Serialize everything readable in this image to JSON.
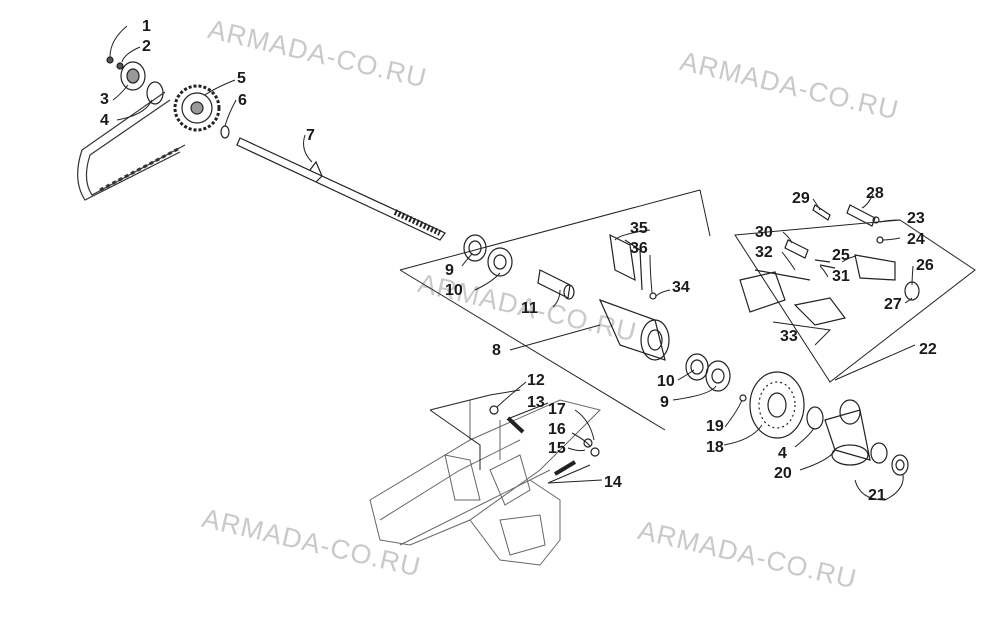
{
  "watermark": "ARMADA-CO.RU",
  "callouts": {
    "c1": "1",
    "c2": "2",
    "c3": "3",
    "c4a": "4",
    "c5": "5",
    "c6": "6",
    "c7": "7",
    "c8": "8",
    "c9a": "9",
    "c10a": "10",
    "c11": "11",
    "c35": "35",
    "c36": "36",
    "c34": "34",
    "c10b": "10",
    "c9b": "9",
    "c12": "12",
    "c13": "13",
    "c17": "17",
    "c16": "16",
    "c15": "15",
    "c14": "14",
    "c19": "19",
    "c18": "18",
    "c4b": "4",
    "c20": "20",
    "c21": "21",
    "c29": "29",
    "c28": "28",
    "c23": "23",
    "c24": "24",
    "c30": "30",
    "c32": "32",
    "c25": "25",
    "c31": "31",
    "c26": "26",
    "c27": "27",
    "c33": "33",
    "c22": "22"
  }
}
